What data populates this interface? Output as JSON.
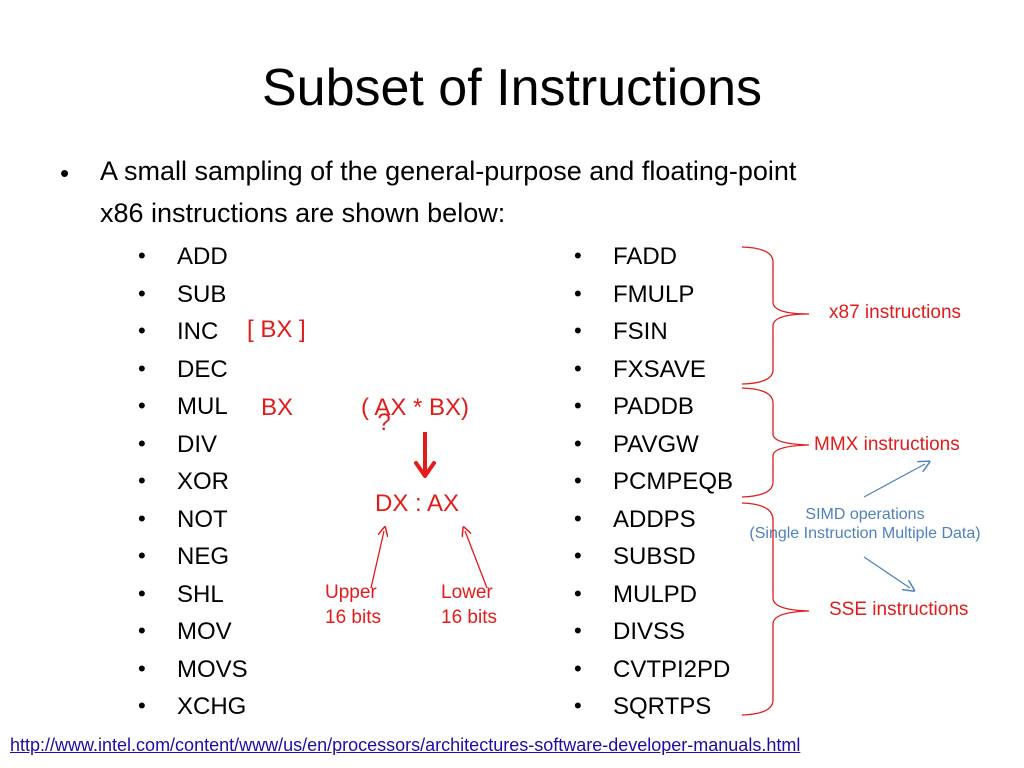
{
  "title": "Subset of Instructions",
  "intro_bullet": {
    "symbol": "•",
    "line1": "A small sampling of the general-purpose and floating-point",
    "line2": "x86 instructions are shown below:"
  },
  "left_list": [
    "ADD",
    "SUB",
    "INC",
    "DEC",
    "MUL",
    "DIV",
    "XOR",
    "NOT",
    "NEG",
    "SHL",
    "MOV",
    "MOVS",
    "XCHG"
  ],
  "right_list": [
    "FADD",
    "FMULP",
    "FSIN",
    "FXSAVE",
    "PADDB",
    "PAVGW",
    "PCMPEQB",
    "ADDPS",
    "SUBSD",
    "MULPD",
    "DIVSS",
    "CVTPI2PD",
    "SQRTPS"
  ],
  "bullet_symbol": "•",
  "annotations": {
    "inc_operand": "[ BX ]",
    "mul_operand": "BX",
    "mul_expr_open": "( A",
    "mul_expr_question": "?",
    "mul_expr_rest": "X * BX)",
    "result": "DX : AX",
    "upper_line1": "Upper",
    "upper_line2": "16 bits",
    "lower_line1": "Lower",
    "lower_line2": "16 bits"
  },
  "groups": {
    "x87": "x87 instructions",
    "mmx": "MMX instructions",
    "sse": "SSE instructions",
    "simd_line1": "SIMD operations",
    "simd_line2": "(Single Instruction Multiple Data)"
  },
  "footer_link": "http://www.intel.com/content/www/us/en/processors/architectures-software-developer-manuals.html",
  "colors": {
    "annotation_red": "#e41b1b",
    "simd_blue": "#4f81bd",
    "link_blue": "#1a0dab"
  }
}
